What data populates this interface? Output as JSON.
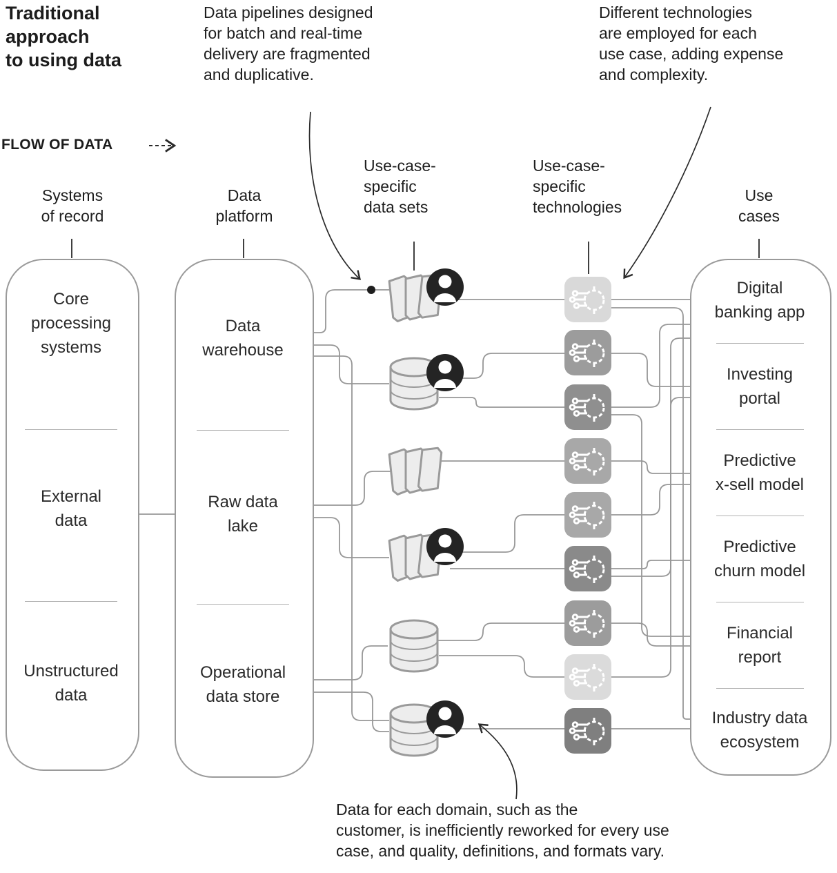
{
  "title": "Traditional\napproach\nto using data",
  "flow_label": "FLOW OF DATA",
  "annotations": {
    "pipelines": "Data pipelines designed\nfor batch and real-time\ndelivery are fragmented\nand duplicative.",
    "technologies": "Different technologies\nare employed for each\nuse case, adding expense\nand complexity.",
    "domains": "Data for each domain, such as the\ncustomer, is inefficiently reworked for every use\ncase, and quality, definitions, and formats vary."
  },
  "columns": {
    "systems_of_record": {
      "header": "Systems\nof record",
      "items": [
        "Core\nprocessing\nsystems",
        "External\ndata",
        "Unstructured\ndata"
      ]
    },
    "data_platform": {
      "header": "Data\nplatform",
      "items": [
        "Data\nwarehouse",
        "Raw data\nlake",
        "Operational\ndata store"
      ]
    },
    "data_sets": {
      "header": "Use-case-\nspecific\ndata sets",
      "icons": [
        {
          "icon": "folder-stack-icon",
          "user_badge": true
        },
        {
          "icon": "database-icon",
          "user_badge": true
        },
        {
          "icon": "folder-stack-icon",
          "user_badge": false
        },
        {
          "icon": "folder-stack-icon",
          "user_badge": true
        },
        {
          "icon": "database-icon",
          "user_badge": false
        },
        {
          "icon": "database-icon",
          "user_badge": true
        }
      ]
    },
    "technologies": {
      "header": "Use-case-\nspecific\ntechnologies",
      "chips": [
        {
          "icon": "circuit-chip-icon",
          "color": "#d9d9d9"
        },
        {
          "icon": "circuit-chip-icon",
          "color": "#9c9c9c"
        },
        {
          "icon": "circuit-chip-icon",
          "color": "#8f8f8f"
        },
        {
          "icon": "circuit-chip-icon",
          "color": "#a8a8a8"
        },
        {
          "icon": "circuit-chip-icon",
          "color": "#a8a8a8"
        },
        {
          "icon": "circuit-chip-icon",
          "color": "#8a8a8a"
        },
        {
          "icon": "circuit-chip-icon",
          "color": "#9c9c9c"
        },
        {
          "icon": "circuit-chip-icon",
          "color": "#dbdbdb"
        },
        {
          "icon": "circuit-chip-icon",
          "color": "#7f7f7f"
        }
      ]
    },
    "use_cases": {
      "header": "Use\ncases",
      "items": [
        "Digital\nbanking app",
        "Investing\nportal",
        "Predictive\nx-sell model",
        "Predictive\nchurn model",
        "Financial\nreport",
        "Industry data\necosystem"
      ]
    }
  },
  "colors": {
    "connector_line": "#979797",
    "box_border": "#9a9a9a",
    "icon_fill": "#ededed",
    "icon_stroke": "#9a9a9a",
    "avatar": "#242424",
    "annotation_arrow": "#2a2a2a",
    "text": "#212121"
  }
}
